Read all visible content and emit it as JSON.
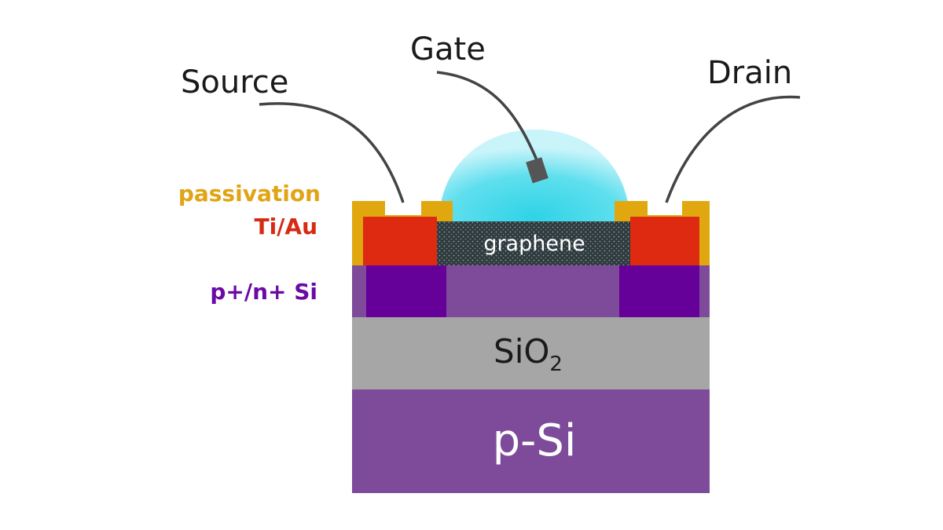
{
  "labels": {
    "gate": "Gate",
    "source": "Source",
    "drain": "Drain",
    "passivation": "passivation",
    "contact_metal": "Ti/Au",
    "doped_si": "p+/n+ Si",
    "graphene": "graphene",
    "oxide_base": "SiO",
    "oxide_subscript": "2",
    "substrate": "p-Si"
  },
  "colors": {
    "passivation": "#e0a80e",
    "passivation_text": "#e0a414",
    "contact_metal": "#dd2a10",
    "contact_metal_text": "#d62a12",
    "doped_si": "#650098",
    "doped_si_text": "#6c0aa6",
    "top_si": "#7d4b9a",
    "oxide": "#a6a6a6",
    "substrate": "#7d4b9a",
    "graphene": "#2f3a3e",
    "electrolyte": "#48d8e8",
    "lead": "#444444"
  },
  "icons": {
    "graphene_texture": "dotted-texture"
  }
}
